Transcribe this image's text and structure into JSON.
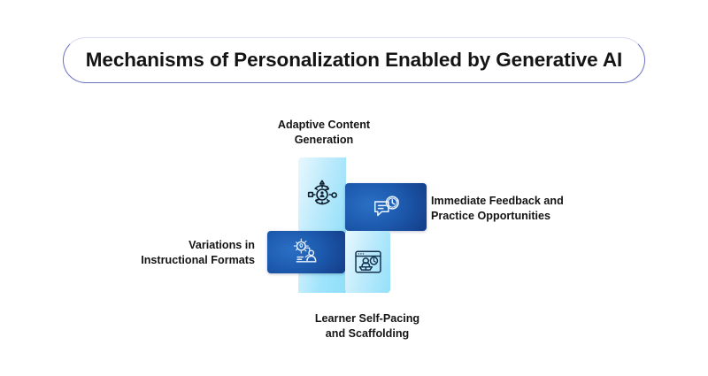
{
  "header": {
    "title": "Mechanisms of Personalization Enabled by Generative AI",
    "border_color": "#6a6fc4"
  },
  "theme": {
    "dark_card_color": "#1d5aae",
    "dark_card_edge_color": "#123a7e",
    "light_card_color": "#9fe4fb",
    "text_color": "#141414",
    "background": "#ffffff"
  },
  "diagram": {
    "type": "cross-layout-icon-cards",
    "nodes": [
      {
        "id": "adaptive-content-generation",
        "position": "top",
        "style": "light",
        "icon": "gear-person-cycle-icon",
        "label_lines": [
          "Adaptive Content",
          "Generation"
        ],
        "label_align": "center"
      },
      {
        "id": "immediate-feedback",
        "position": "right",
        "style": "dark",
        "icon": "speech-bubble-clock-icon",
        "label_lines": [
          "Immediate Feedback and",
          "Practice Opportunities"
        ],
        "label_align": "left"
      },
      {
        "id": "variations-instructional-formats",
        "position": "left",
        "style": "dark",
        "icon": "person-desk-gear-idea-icon",
        "label_lines": [
          "Variations in",
          "Instructional Formats"
        ],
        "label_align": "right"
      },
      {
        "id": "learner-self-pacing",
        "position": "bottom",
        "style": "light",
        "icon": "browser-window-reader-clock-icon",
        "label_lines": [
          "Learner Self-Pacing",
          "and Scaffolding"
        ],
        "label_align": "center"
      }
    ]
  }
}
